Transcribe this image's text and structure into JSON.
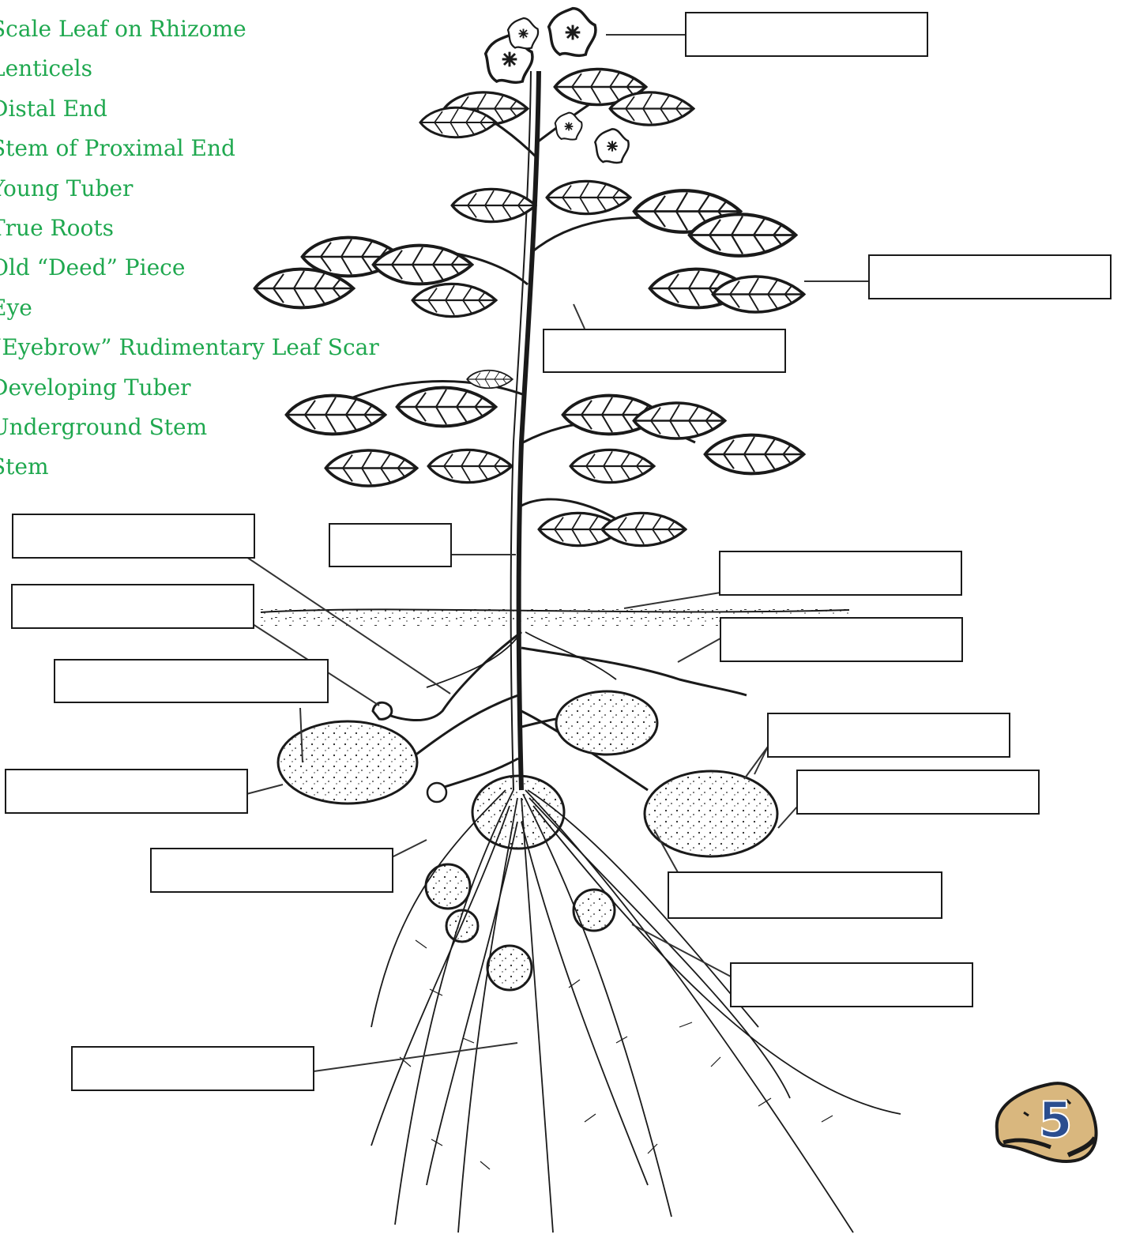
{
  "terms": [
    "Scale Leaf on Rhizome",
    "Lenticels",
    "Distal End",
    "Stem of Proximal End",
    "Young Tuber",
    "True Roots",
    "Old “Deed” Piece",
    "Eye",
    "“Eyebrow” Rudimentary Leaf Scar",
    "Developing Tuber",
    "Underground Stem",
    "Stem"
  ],
  "blank_label_count": 17,
  "badge": {
    "number": "5",
    "icon": "potato-icon"
  },
  "colors": {
    "term_text": "#1fa84f",
    "badge_number": "#2b4e8f",
    "line_art": "#1a1a1a"
  }
}
